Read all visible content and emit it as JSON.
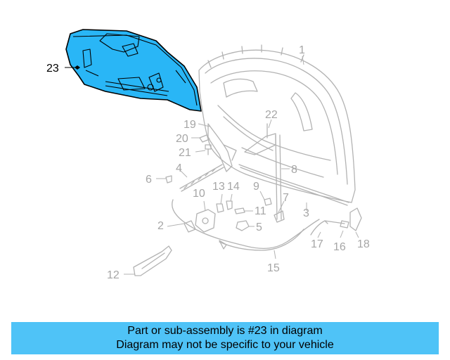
{
  "highlighted_part": "23",
  "callouts": [
    {
      "id": "c1",
      "text": "1",
      "highlighted": false
    },
    {
      "id": "c2",
      "text": "2",
      "highlighted": false
    },
    {
      "id": "c3",
      "text": "3",
      "highlighted": false
    },
    {
      "id": "c4",
      "text": "4",
      "highlighted": false
    },
    {
      "id": "c5",
      "text": "5",
      "highlighted": false
    },
    {
      "id": "c6",
      "text": "6",
      "highlighted": false
    },
    {
      "id": "c7",
      "text": "7",
      "highlighted": false
    },
    {
      "id": "c8",
      "text": "8",
      "highlighted": false
    },
    {
      "id": "c9",
      "text": "9",
      "highlighted": false
    },
    {
      "id": "c10",
      "text": "10",
      "highlighted": false
    },
    {
      "id": "c11",
      "text": "11",
      "highlighted": false
    },
    {
      "id": "c12",
      "text": "12",
      "highlighted": false
    },
    {
      "id": "c13",
      "text": "13",
      "highlighted": false
    },
    {
      "id": "c14",
      "text": "14",
      "highlighted": false
    },
    {
      "id": "c15",
      "text": "15",
      "highlighted": false
    },
    {
      "id": "c16",
      "text": "16",
      "highlighted": false
    },
    {
      "id": "c17",
      "text": "17",
      "highlighted": false
    },
    {
      "id": "c18",
      "text": "18",
      "highlighted": false
    },
    {
      "id": "c19",
      "text": "19",
      "highlighted": false
    },
    {
      "id": "c20",
      "text": "20",
      "highlighted": false
    },
    {
      "id": "c21",
      "text": "21",
      "highlighted": false
    },
    {
      "id": "c22",
      "text": "22",
      "highlighted": false
    },
    {
      "id": "c23",
      "text": "23",
      "highlighted": true
    }
  ],
  "banner": {
    "line1": "Part or sub-assembly is #23 in diagram",
    "line2": "Diagram may not be specific to your vehicle"
  },
  "colors": {
    "highlight_fill": "#29b6f6",
    "banner_bg": "#4fc3f7",
    "part_stroke": "#b3b3b3",
    "label_gray": "#a6a6a6"
  }
}
